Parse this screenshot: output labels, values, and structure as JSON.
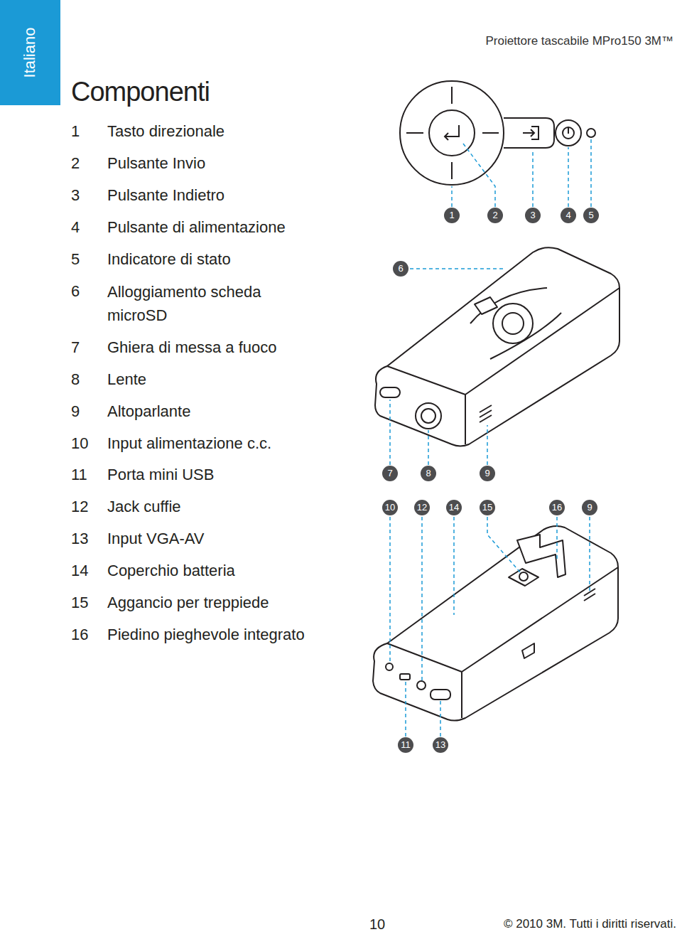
{
  "diagram": {
    "title": "Componenti",
    "labels": [
      "Italiano",
      "Proiettore tascabile MPro150 3M™",
      "1",
      "Tasto direzionale",
      "2",
      "Pulsante Invio",
      "3",
      "Pulsante Indietro",
      "4",
      "Pulsante di alimentazione",
      "5",
      "Indicatore di stato",
      "6",
      "Alloggiamento scheda microSD",
      "7",
      "Ghiera di messa a fuoco",
      "8",
      "Lente",
      "9",
      "Altoparlante",
      "10",
      "Input alimentazione c.c.",
      "11",
      "Porta mini USB",
      "12",
      "Jack cuffie",
      "13",
      "Input VGA-AV",
      "14",
      "Coperchio batteria",
      "15",
      "Aggancio per treppiede",
      "16",
      "Piedino pieghevole integrato",
      "1",
      "2",
      "3",
      "4",
      "5",
      "6",
      "7",
      "8",
      "9",
      "10",
      "12",
      "14",
      "15",
      "16",
      "9",
      "11",
      "13",
      "10",
      "© 2010 3M. Tutti i diritti riservati."
    ]
  }
}
